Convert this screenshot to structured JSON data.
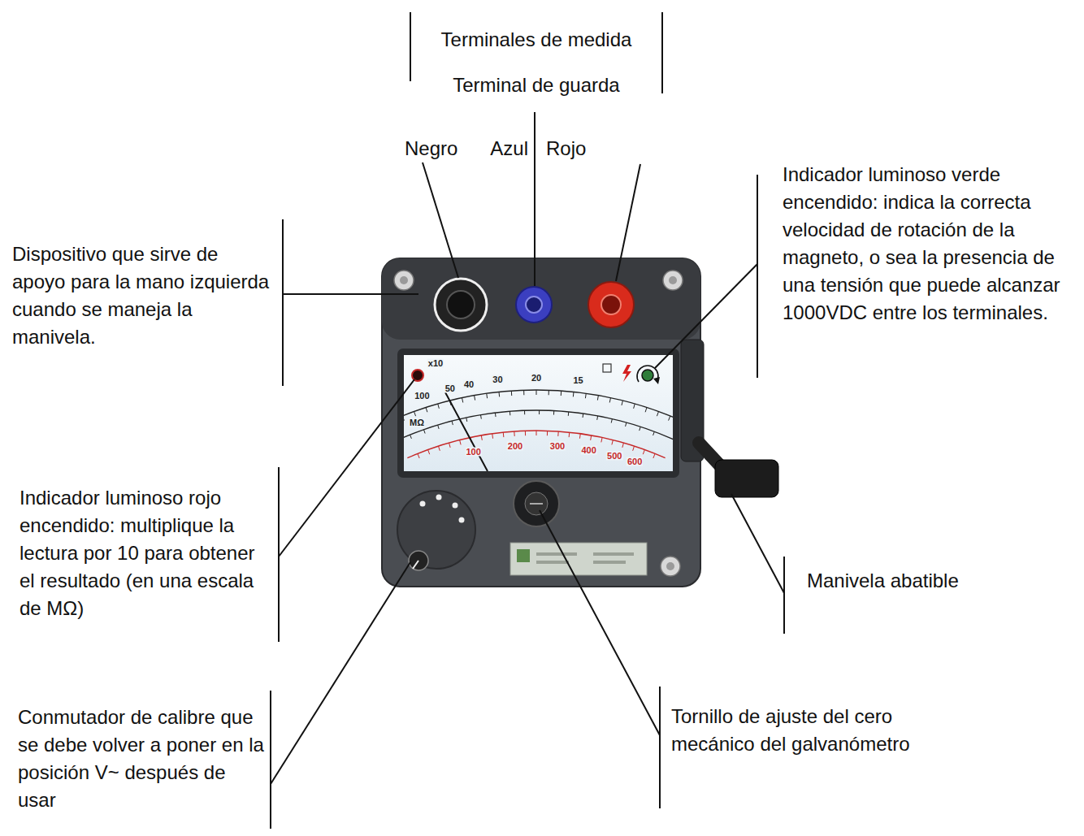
{
  "diagram": {
    "labels": [
      "Terminales de medida",
      "Terminal de guarda",
      "Negro",
      "Azul",
      "Rojo",
      "Dispositivo que sirve de apoyo para la mano izquierda cuando se maneja la manivela.",
      "Indicador luminoso verde encendido: indica la correcta velocidad de rotación de la magneto, o sea la presencia de una tensión que puede alcanzar 1000VDC entre los terminales.",
      "Indicador luminoso rojo encendido: multiplique la lectura por 10 para obtener el resultado (en una escala de MΩ)",
      "Manivela abatible",
      "Conmutador de calibre que se debe volver a poner en la posición V~ después de usar",
      "Tornillo de ajuste del cero mecánico del galvanómetro",
      "x10",
      "MΩ",
      "100",
      "50",
      "40",
      "30",
      "20",
      "15",
      "100",
      "200",
      "300",
      "400",
      "500",
      "600"
    ]
  }
}
